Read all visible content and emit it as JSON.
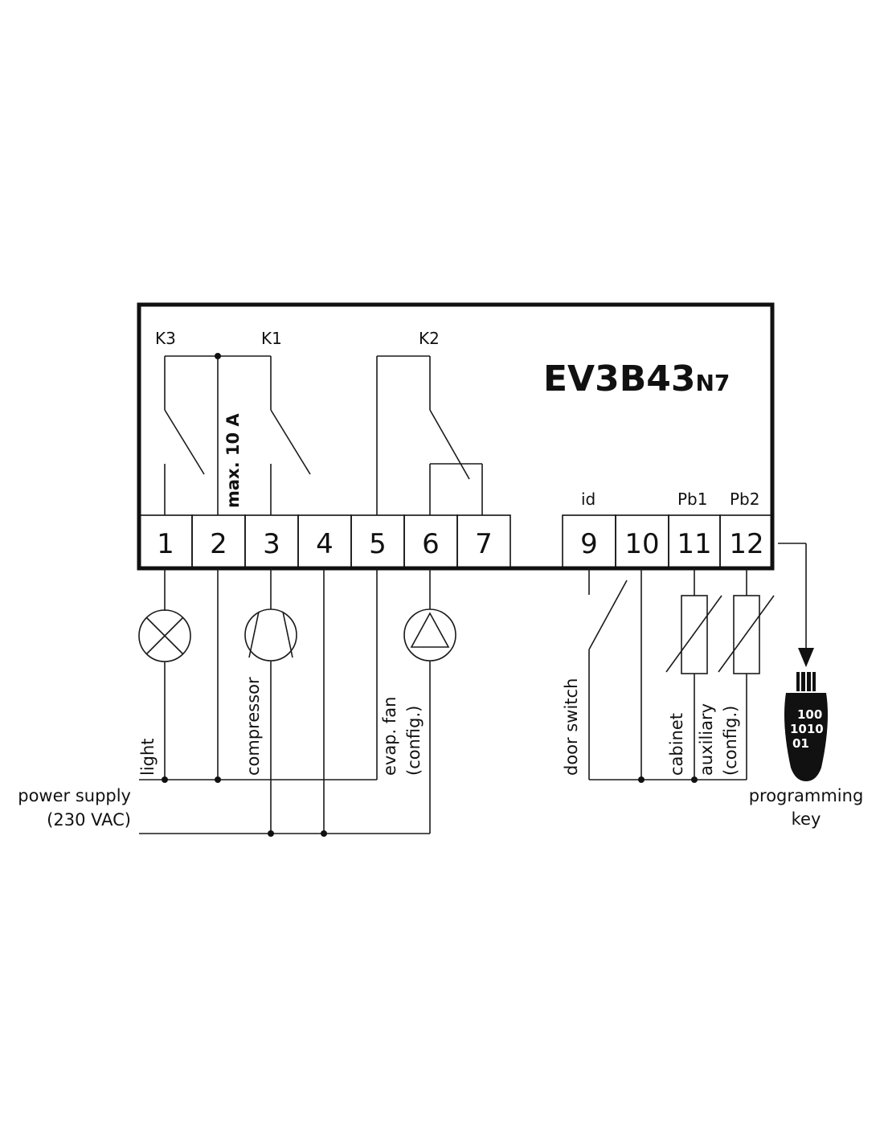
{
  "device": {
    "model_main": "EV3B43",
    "model_suffix": "N7",
    "max_current": "max. 10 A"
  },
  "relays": {
    "k1": "K1",
    "k2": "K2",
    "k3": "K3"
  },
  "inputs": {
    "id": "id",
    "pb1": "Pb1",
    "pb2": "Pb2"
  },
  "terminals": [
    "1",
    "2",
    "3",
    "4",
    "5",
    "6",
    "7",
    "9",
    "10",
    "11",
    "12"
  ],
  "loads": {
    "light": "light",
    "compressor": "compressor",
    "evap_fan_line1": "evap. fan",
    "evap_fan_line2": "(config.)",
    "door_switch": "door switch",
    "cabinet": "cabinet",
    "auxiliary_line1": "auxiliary",
    "auxiliary_line2": "(config.)"
  },
  "power": {
    "line1": "power supply",
    "line2": "(230 VAC)"
  },
  "key": {
    "label_line1": "programming",
    "label_line2": "key",
    "code_line1": "100",
    "code_line2": "1010",
    "code_line3": "01"
  }
}
